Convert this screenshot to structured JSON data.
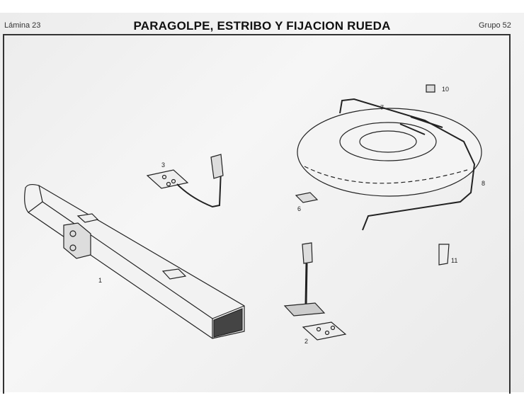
{
  "header": {
    "sheet_label": "Lámina 23",
    "title": "PARAGOLPE, ESTRIBO Y FIJACION RUEDA",
    "group_label": "Grupo 52"
  },
  "callouts": {
    "p1": "1",
    "p2": "2",
    "p3": "3",
    "p6": "6",
    "p7": "7",
    "p8": "8",
    "p10": "10",
    "p11": "11"
  }
}
